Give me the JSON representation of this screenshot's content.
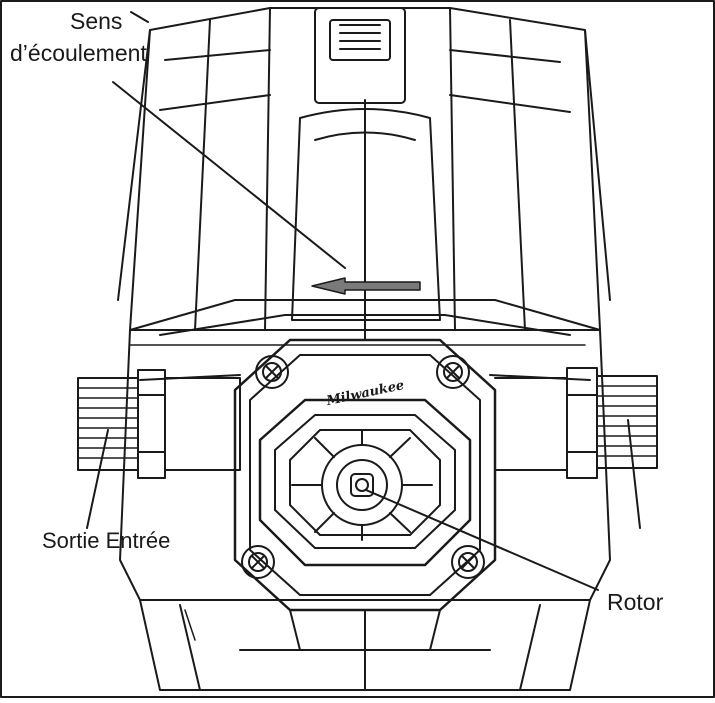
{
  "labels": {
    "flow_direction_line1": "Sens",
    "flow_direction_line2": "d’écoulement",
    "outlet_inlet": "Sortie Entrée",
    "rotor": "Rotor"
  },
  "brand": {
    "logo_text": "Milwaukee"
  },
  "colors": {
    "line": "#1a1a1a",
    "background": "#ffffff",
    "arrow_fill": "#7a7a7a"
  }
}
